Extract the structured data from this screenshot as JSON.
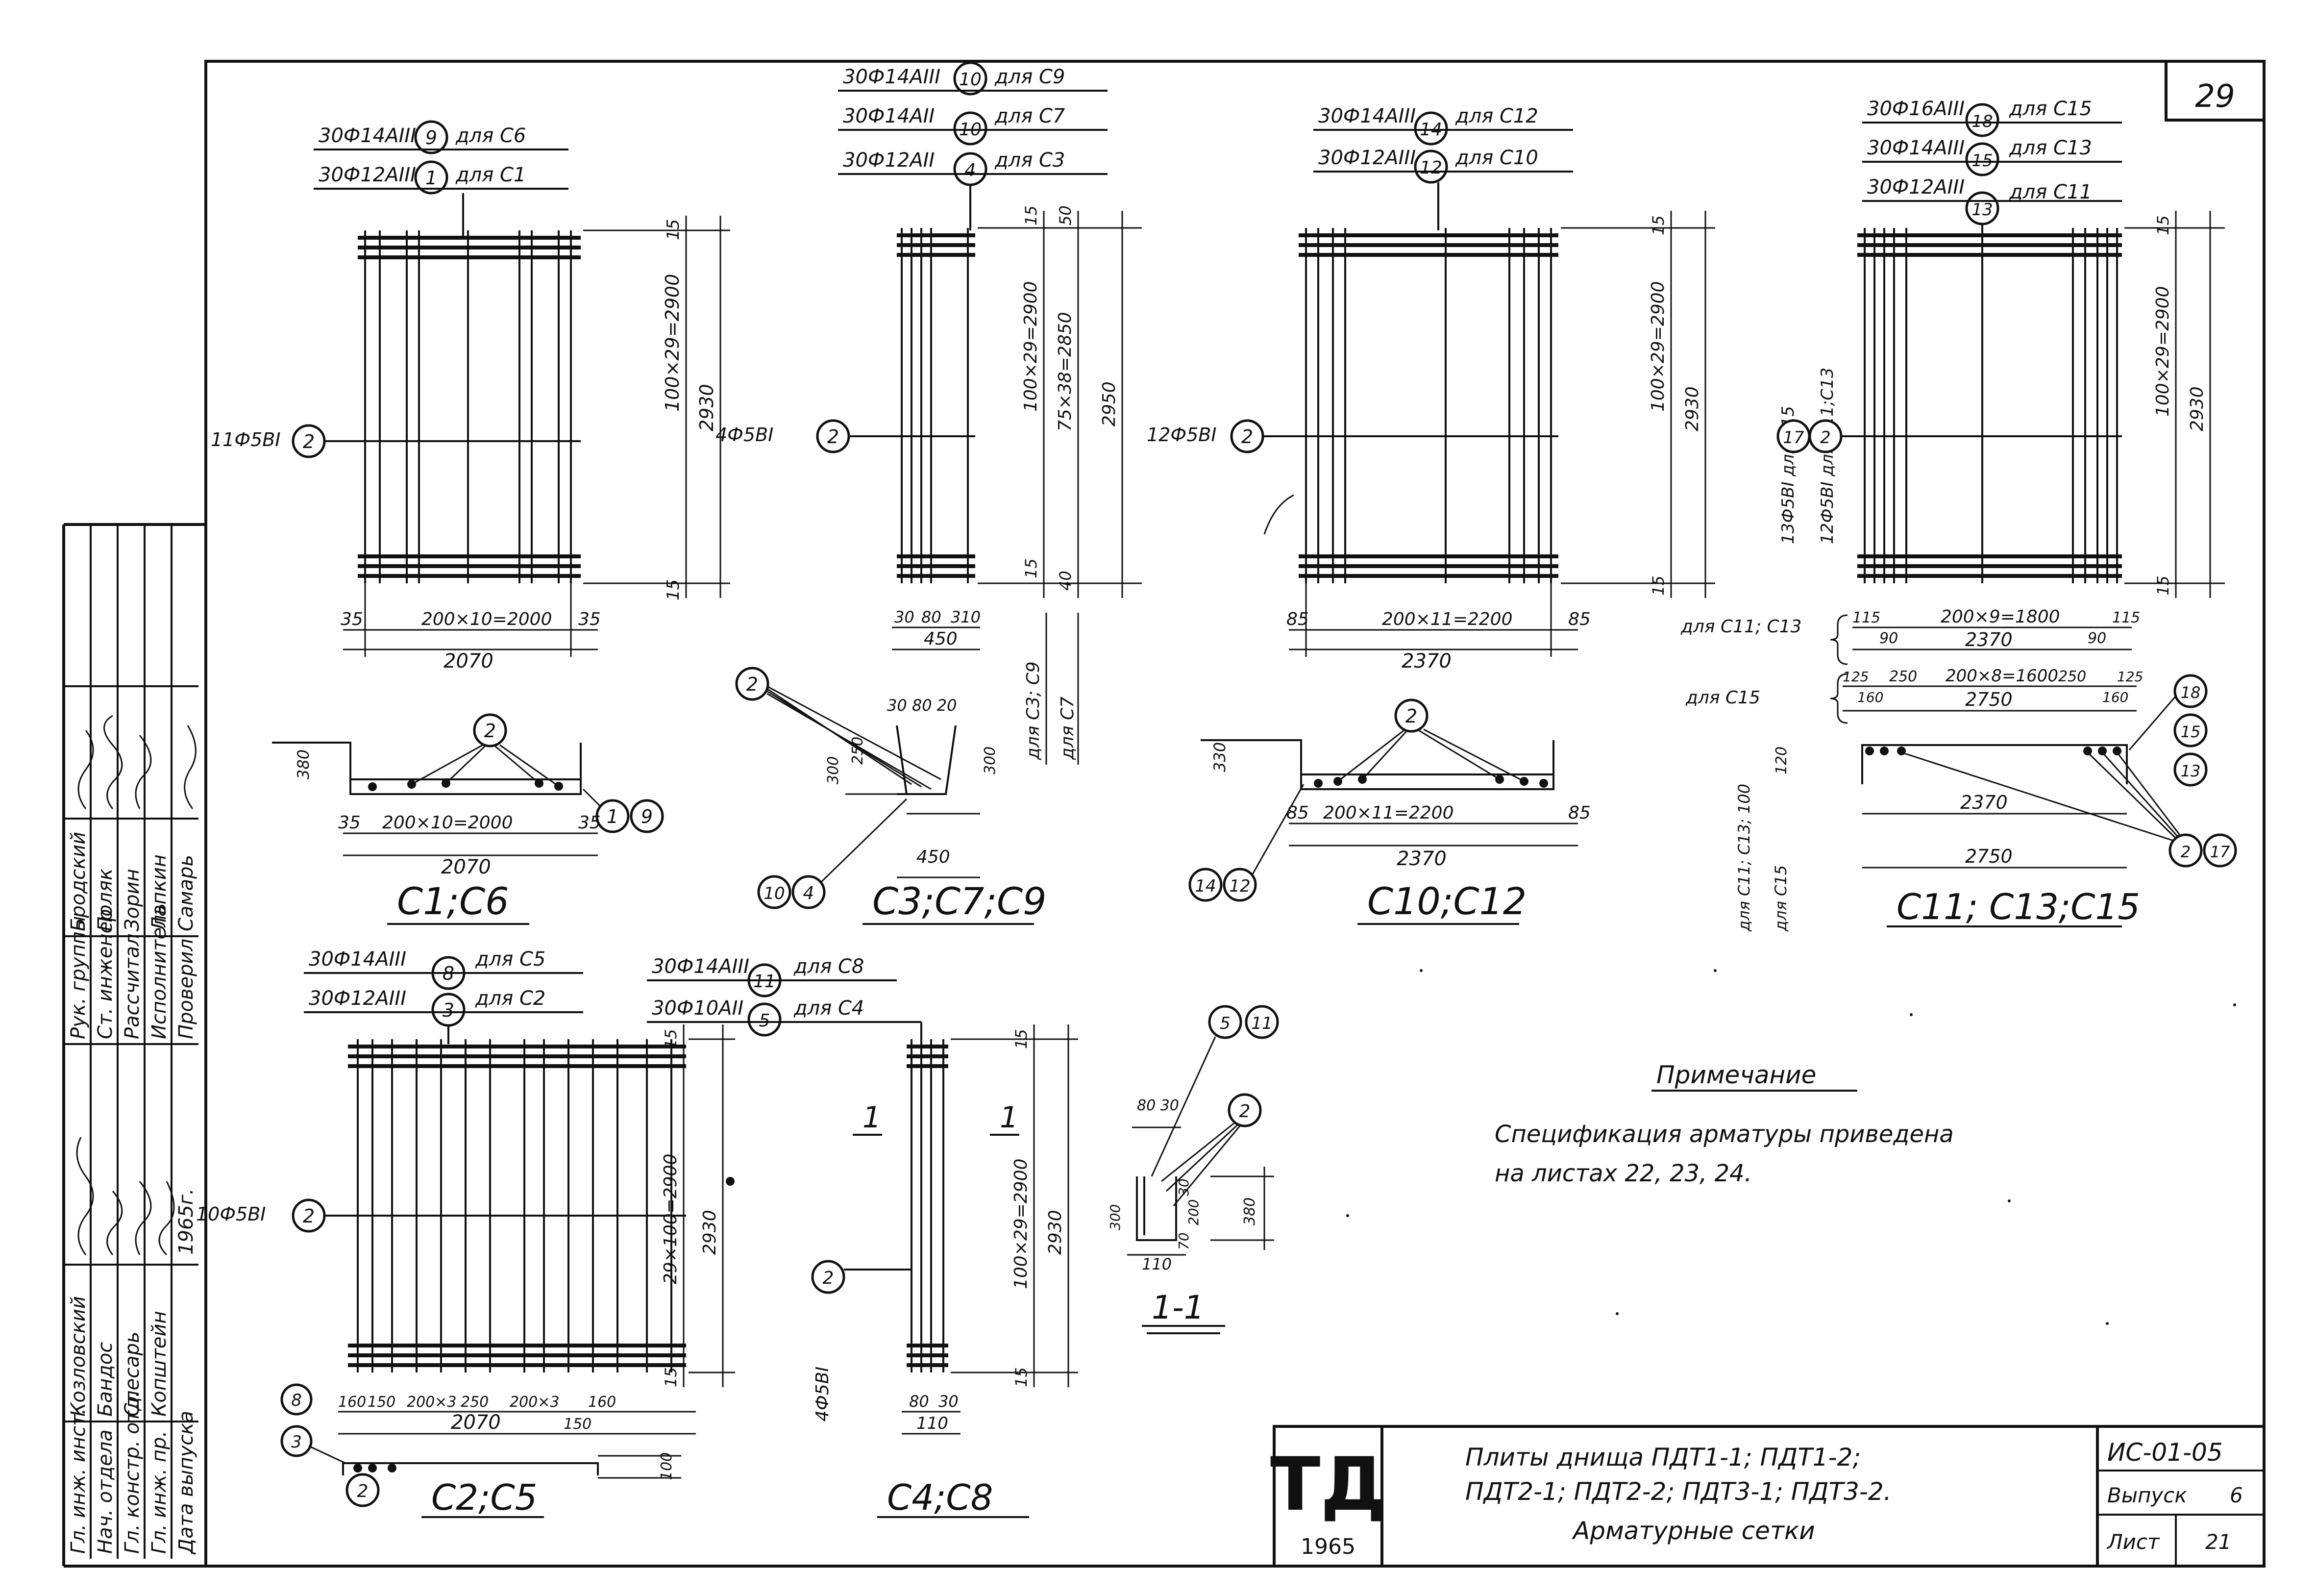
{
  "sheet": {
    "page_number": "29",
    "code": "ИС-01-05",
    "issue_label": "Выпуск",
    "issue_value": "6",
    "sheet_label": "Лист",
    "sheet_value": "21",
    "logo_text": "ТД",
    "logo_year": "1965",
    "title_line1": "Плиты днища ПДТ1-1; ПДТ1-2;",
    "title_line2": "ПДТ2-1; ПДТ2-2; ПДТ3-1; ПДТ3-2.",
    "title_line3": "Арматурные сетки"
  },
  "note": {
    "heading": "Примечание",
    "line1": "Спецификация арматуры приведена",
    "line2": "на листах 22, 23, 24."
  },
  "stamp": {
    "roles": [
      "Гл. инж. инст.",
      "Нач. отдела",
      "Гл. констр. отд.",
      "Гл. инж. пр.",
      "Дата выпуска"
    ],
    "names": [
      "Козловский",
      "Бандос",
      "Слесарь",
      "Копштейн",
      ""
    ],
    "date": "1965г.",
    "roles2": [
      "Рук. группы",
      "Ст. инженер",
      "Рассчитал",
      "Исполнитель",
      "Проверил"
    ],
    "names2": [
      "Бродский",
      "Поляк",
      "Зорин",
      "Лапкин",
      "Самарь"
    ]
  },
  "panel_c1": {
    "callout1": "30Ф14АIII",
    "marker1": "9",
    "for1": "для С6",
    "callout2": "30Ф12АIII",
    "marker2": "1",
    "for2": "для С1",
    "left_callout": "11Ф5ВI",
    "left_marker": "2",
    "dim_pitch": "100×29=2900",
    "dim_total": "2930",
    "dim_top": "15",
    "dim_bot": "15",
    "dim_left": "35",
    "dim_mid": "200×10=2000",
    "dim_right": "35",
    "dim_width": "2070",
    "sec_dim_mid": "200×10=2000",
    "sec_dim_width": "2070",
    "sec_h": "380",
    "sec_m1": "2",
    "sec_m2": "1",
    "sec_m3": "9",
    "label": "С1;С6"
  },
  "panel_c3": {
    "callout1": "30Ф14АIII",
    "marker1": "10",
    "for1": "для С9",
    "callout2": "30Ф14АII",
    "marker2": "10",
    "for2": "для С7",
    "callout3": "30Ф12АII",
    "marker3": "4",
    "for3": "для С3",
    "left_callout": "4Ф5ВI",
    "left_marker": "2",
    "dim_pitch": "100×29=2900",
    "dim_pitch2": "75×38=2850",
    "dim_total": "2950",
    "dim_top": "15",
    "dim_top2": "50",
    "dim_bot": "15",
    "dim_bot2": "40",
    "side_label1": "для С3; С9",
    "side_label2": "для С7",
    "dim_b1": "30",
    "dim_b2": "80",
    "dim_b3": "310",
    "dim_width": "450",
    "sec_top": "30 80 20",
    "sec_h1": "300",
    "sec_h2": "250",
    "sec_h3": "300",
    "sec_w": "450",
    "sec_m1": "2",
    "sec_m2": "10",
    "sec_m3": "4",
    "label": "С3;С7;С9"
  },
  "panel_c10": {
    "callout1": "30Ф14АIII",
    "marker1": "14",
    "for1": "для С12",
    "callout2": "30Ф12АIII",
    "marker2": "12",
    "for2": "для С10",
    "left_callout": "12Ф5ВI",
    "left_marker": "2",
    "dim_pitch": "100×29=2900",
    "dim_total": "2930",
    "dim_top": "15",
    "dim_bot": "15",
    "dim_left": "85",
    "dim_mid": "200×11=2200",
    "dim_right": "85",
    "dim_width": "2370",
    "sec_h": "330",
    "sec_left": "85",
    "sec_mid": "200×11=2200",
    "sec_right": "85",
    "sec_width": "2370",
    "sec_m1": "2",
    "sec_m2": "14",
    "sec_m3": "12",
    "label": "С10;С12"
  },
  "panel_c11": {
    "callout1": "30Ф16АIII",
    "marker1": "18",
    "for1": "для С15",
    "callout2": "30Ф14АIII",
    "marker2": "15",
    "for2": "для С13",
    "callout3": "30Ф12АIII",
    "marker3": "13",
    "for3": "для С11",
    "side1": "13Ф5ВI для С15",
    "side1_marker": "17",
    "side2": "12Ф5ВI для С11;С13",
    "side2_marker": "2",
    "dim_pitch": "100×29=2900",
    "dim_total": "2930",
    "dim_top": "15",
    "dim_bot": "15",
    "row1_label": "для С11; С13",
    "row1_left": "115",
    "row1_l2": "90",
    "row1_mid": "200×9=1800",
    "row1_r2": "90",
    "row1_right": "115",
    "row1_width": "2370",
    "row2_label": "для С15",
    "row2_left": "125",
    "row2_l2": "160",
    "row2_l3": "250",
    "row2_mid": "200×8=1600",
    "row2_r3": "250",
    "row2_r2": "160",
    "row2_right": "125",
    "row2_width": "2750",
    "sec_side1": "для С11; С13; 100",
    "sec_side2": "для С15",
    "sec_h1": "120",
    "sec_w1": "2370",
    "sec_w2": "2750",
    "sec_m1": "18",
    "sec_m2": "15",
    "sec_m3": "13",
    "sec_m4": "2",
    "sec_m5": "17",
    "label": "С11; С13;С15"
  },
  "panel_c2": {
    "callout1": "30Ф14АIII",
    "marker1": "8",
    "for1": "для С5",
    "callout2": "30Ф12АIII",
    "marker2": "3",
    "for2": "для С2",
    "left_callout": "10Ф5ВI",
    "left_marker": "2",
    "dim_pitch": "29×100=2900",
    "dim_total": "2930",
    "dim_top": "15",
    "dim_bot": "15",
    "dim_b1": "160",
    "dim_b2": "150",
    "dim_b3": "200×3",
    "dim_b4": "250",
    "dim_b5": "200×3",
    "dim_b6": "160",
    "dim_width": "2070",
    "dim_b7": "150",
    "sec_h": "100",
    "sec_m1": "8",
    "sec_m2": "3",
    "sec_m3": "2",
    "label": "С2;С5"
  },
  "panel_c4": {
    "callout1": "30Ф14АIII",
    "marker1": "11",
    "for1": "для С8",
    "callout2": "30Ф10АII",
    "marker2": "5",
    "for2": "для С4",
    "left_callout": "4Ф5ВI",
    "left_marker": "2",
    "cut_left": "1",
    "cut_right": "1",
    "dim_pitch": "100×29=2900",
    "dim_total": "2930",
    "dim_top": "15",
    "dim_bot": "15",
    "dim_b1": "80",
    "dim_b2": "30",
    "dim_width": "110",
    "label": "С4;С8"
  },
  "section_11": {
    "marker1": "5",
    "marker2": "11",
    "marker3": "2",
    "top": "80 30",
    "h1": "300",
    "h2": "30",
    "h3": "200",
    "h4": "70",
    "h5": "380",
    "w": "110",
    "label": "1-1"
  }
}
